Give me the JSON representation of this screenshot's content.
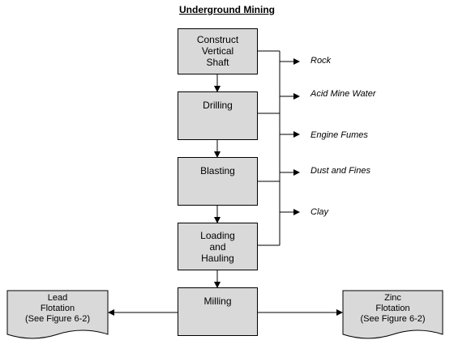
{
  "title": "Underground Mining",
  "steps": [
    {
      "label": "Construct\nVertical\nShaft"
    },
    {
      "label": "Drilling"
    },
    {
      "label": "Blasting"
    },
    {
      "label": "Loading\nand\nHauling"
    },
    {
      "label": "Milling"
    }
  ],
  "outputs": [
    "Rock",
    "Acid Mine Water",
    "Engine Fumes",
    "Dust and Fines",
    "Clay"
  ],
  "documents": {
    "left": "Lead\nFlotation\n(See Figure 6-2)",
    "right": "Zinc\nFlotation\n(See Figure 6-2)"
  }
}
